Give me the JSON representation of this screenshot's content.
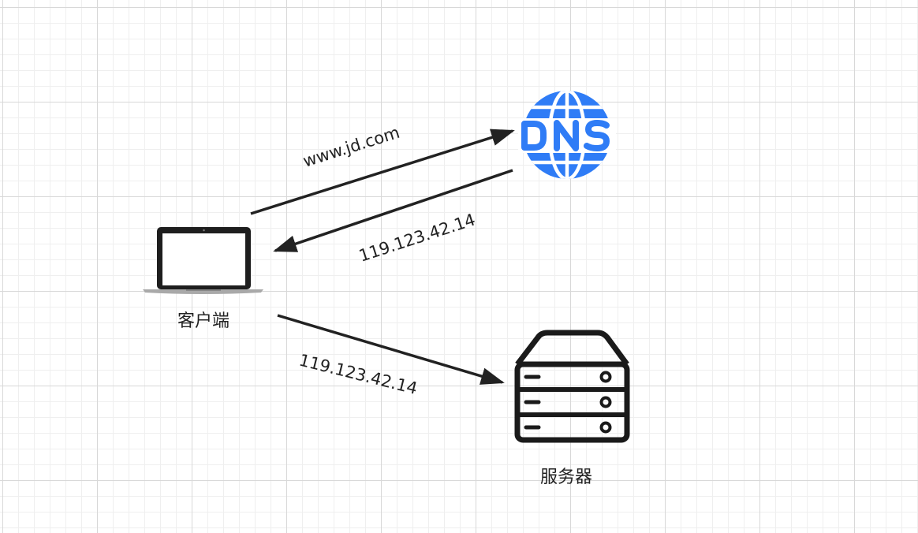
{
  "nodes": {
    "client": {
      "label": "客户端",
      "icon": "laptop-icon"
    },
    "dns": {
      "label": "DNS",
      "icon": "dns-globe-icon",
      "color": "#2f7cf6"
    },
    "server": {
      "label": "服务器",
      "icon": "server-rack-icon"
    }
  },
  "edges": {
    "query": {
      "label": "www.jd.com"
    },
    "response": {
      "label": "119.123.42.14"
    },
    "request": {
      "label": "119.123.42.14"
    }
  }
}
